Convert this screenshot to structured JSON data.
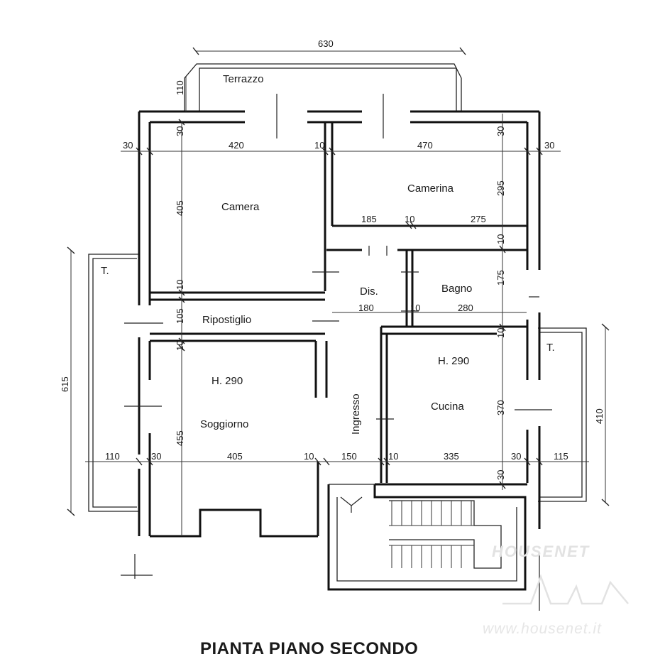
{
  "title": "PIANTA PIANO SECONDO",
  "watermark": {
    "brand": "HOUSENET",
    "url": "www.housenet.it"
  },
  "rooms": {
    "terrazzo": "Terrazzo",
    "camera": "Camera",
    "camerina": "Camerina",
    "dis": "Dis.",
    "bagno": "Bagno",
    "ripostiglio": "Ripostiglio",
    "soggiorno": "Soggiorno",
    "soggiorno_height": "H. 290",
    "ingresso": "Ingresso",
    "cucina": "Cucina",
    "cucina_height": "H. 290",
    "terrace_left": "T.",
    "terrace_right": "T."
  },
  "dimensions": {
    "top_overall": "630",
    "terrazzo_depth": "110",
    "camera_width": "420",
    "camerina_width": "470",
    "wall_left_top": "30",
    "wall_right_top": "30",
    "partition_top": "10",
    "wall_top_left_v": "30",
    "wall_top_right_v": "30",
    "camera_depth": "405",
    "camerina_depth": "295",
    "dis_camerina_left": "185",
    "dis_camerina_mid": "10",
    "dis_camerina_right": "275",
    "partition_bagno_top": "10",
    "bagno_depth": "175",
    "partition_camera_bottom": "10",
    "dis_width": "180",
    "partition_dis_bagno": "10",
    "bagno_width": "280",
    "ripostiglio_depth": "105",
    "partition_ripostiglio_bottom": "10",
    "partition_cucina_top": "10",
    "left_overall": "615",
    "soggiorno_depth": "455",
    "cucina_depth": "370",
    "right_overall": "410",
    "terrace_left_width": "110",
    "wall_left_bottom": "30",
    "soggiorno_width": "405",
    "partition_soggiorno": "10",
    "ingresso_width": "150",
    "partition_cucina_left": "10",
    "cucina_width": "335",
    "wall_right_bottom": "30",
    "terrace_right_width": "115",
    "wall_cucina_bottom": "30"
  }
}
